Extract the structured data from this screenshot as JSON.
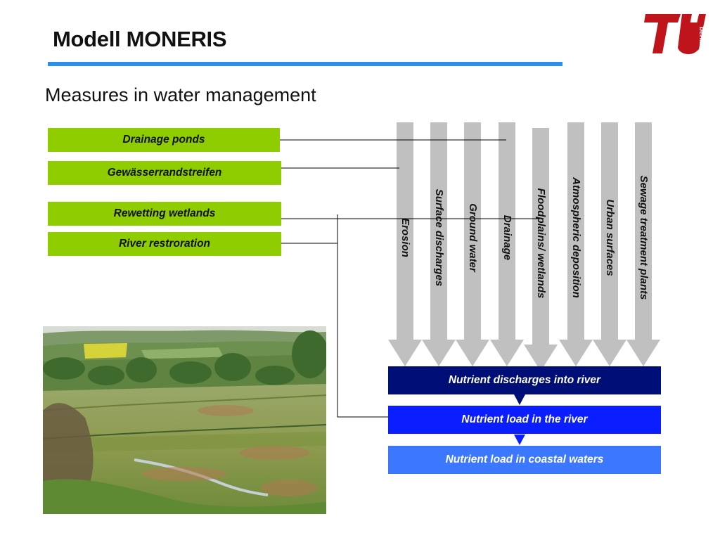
{
  "title": "Modell MONERIS",
  "subtitle": "Measures in water management",
  "logo": {
    "text": "berlin",
    "color": "#c0141c"
  },
  "accent_color": "#2e8fe8",
  "measures": [
    {
      "label": "Drainage ponds"
    },
    {
      "label": "Gewässerrandstreifen"
    },
    {
      "label": "Rewetting wetlands"
    },
    {
      "label": "River restroration"
    }
  ],
  "measure_color": "#8fcc00",
  "sources": [
    {
      "label": "Erosion"
    },
    {
      "label": "Surface discharges"
    },
    {
      "label": "Ground  water"
    },
    {
      "label": "Drainage"
    },
    {
      "label": "Floodplains/ wetlands"
    },
    {
      "label": "Atmospheric deposition"
    },
    {
      "label": "Urban surfaces"
    },
    {
      "label": "Sewage treatment plants"
    }
  ],
  "arrow_color": "#c0c0c0",
  "results": [
    {
      "label": "Nutrient discharges into river",
      "color": "#000f78"
    },
    {
      "label": "Nutrient load in the river",
      "color": "#0a1eff"
    },
    {
      "label": "Nutrient load in coastal waters",
      "color": "#3c78ff"
    }
  ],
  "photo": {
    "description_icon": "landscape-photo"
  }
}
